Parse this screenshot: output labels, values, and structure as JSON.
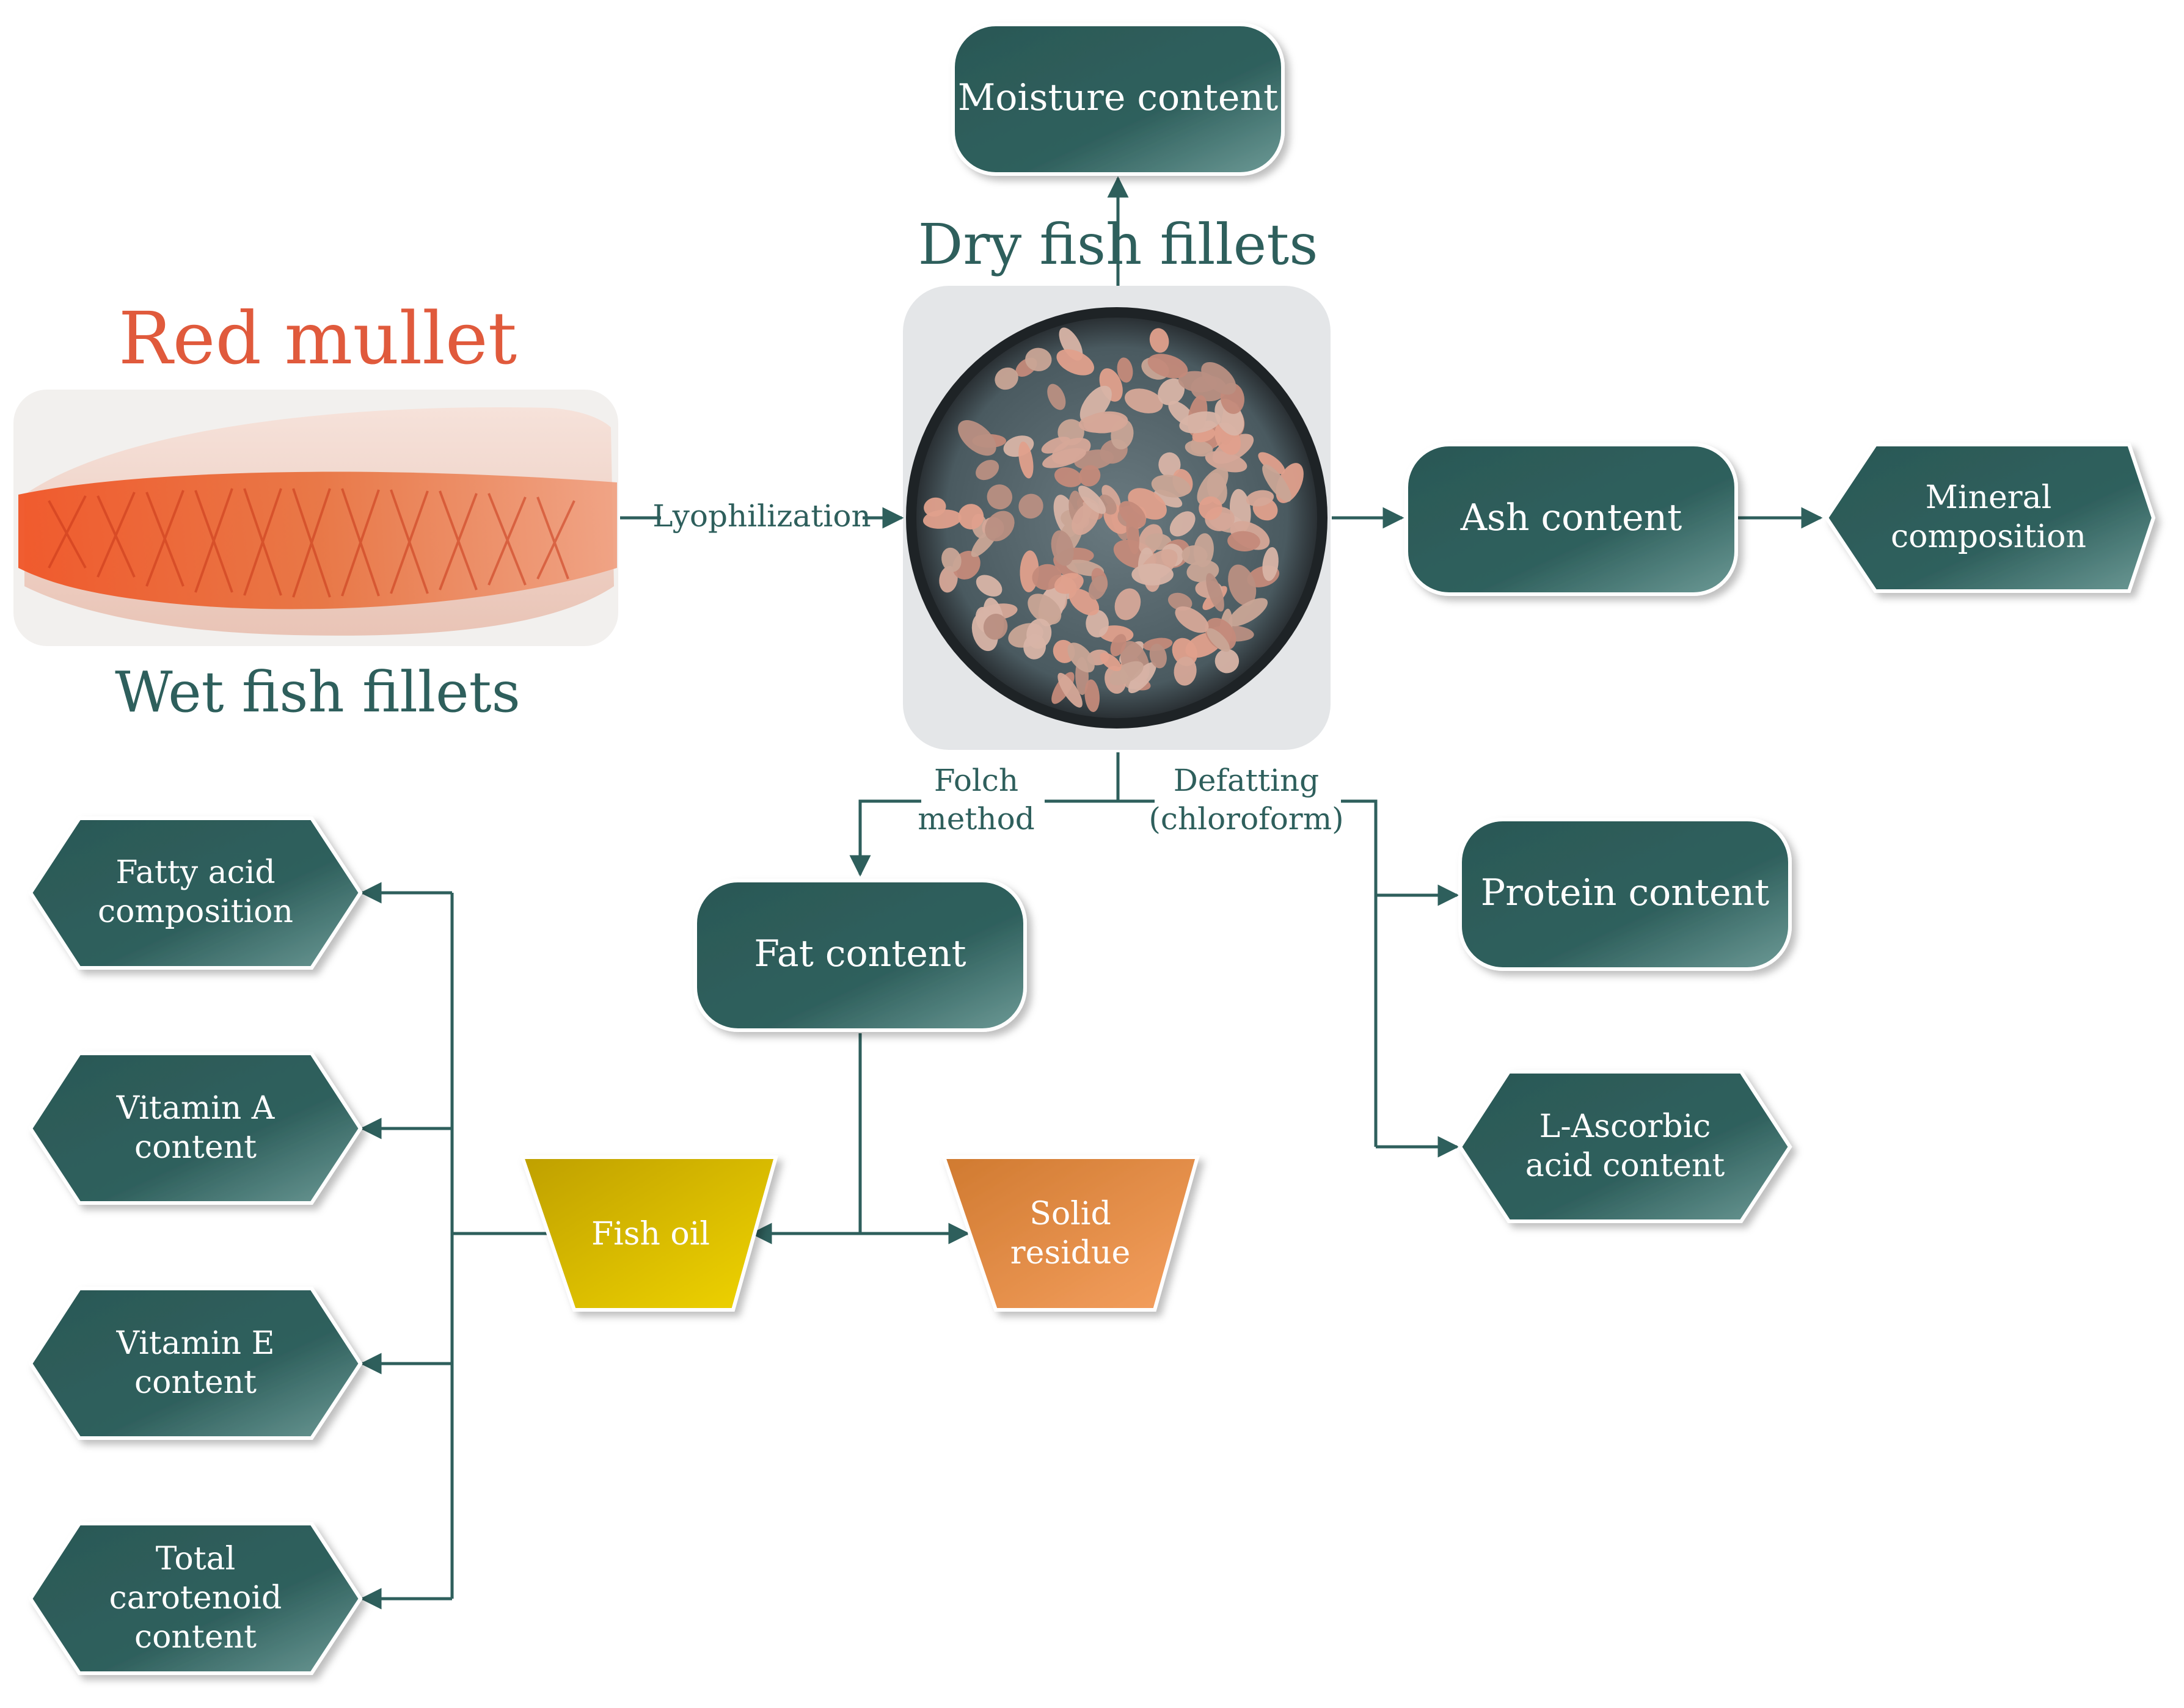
{
  "colors": {
    "teal": "#2e5f5c",
    "teal_light": "#4a7c78",
    "title_red": "#e05a3c",
    "oil_yellow": "#d4b400",
    "residue_orange": "#e8843c",
    "photo_fillet": "#f0c8b8",
    "photo_scales": "#e04818"
  },
  "titles": {
    "red_mullet": "Red mullet",
    "wet_fillets": "Wet fish fillets",
    "dry_fillets": "Dry fish fillets"
  },
  "images": {
    "wet_fillet": "photo-red-mullet-fillet",
    "dry_fillets": "photo-lyophilized-fillets-tray"
  },
  "edges": {
    "lyophilization": "Lyophilization",
    "folch": [
      "Folch",
      "method"
    ],
    "defatting": [
      "Defatting",
      "(chloroform)"
    ]
  },
  "nodes": {
    "moisture": "Moisture content",
    "ash": "Ash content",
    "mineral": [
      "Mineral",
      "composition"
    ],
    "protein": "Protein content",
    "ascorbic": [
      "L-Ascorbic",
      "acid content"
    ],
    "fat": "Fat content",
    "fish_oil": "Fish oil",
    "solid_residue": [
      "Solid",
      "residue"
    ],
    "fatty_acid": [
      "Fatty acid",
      "composition"
    ],
    "vitamin_a": [
      "Vitamin A",
      "content"
    ],
    "vitamin_e": [
      "Vitamin E",
      "content"
    ],
    "carotenoid": [
      "Total",
      "carotenoid",
      "content"
    ]
  }
}
